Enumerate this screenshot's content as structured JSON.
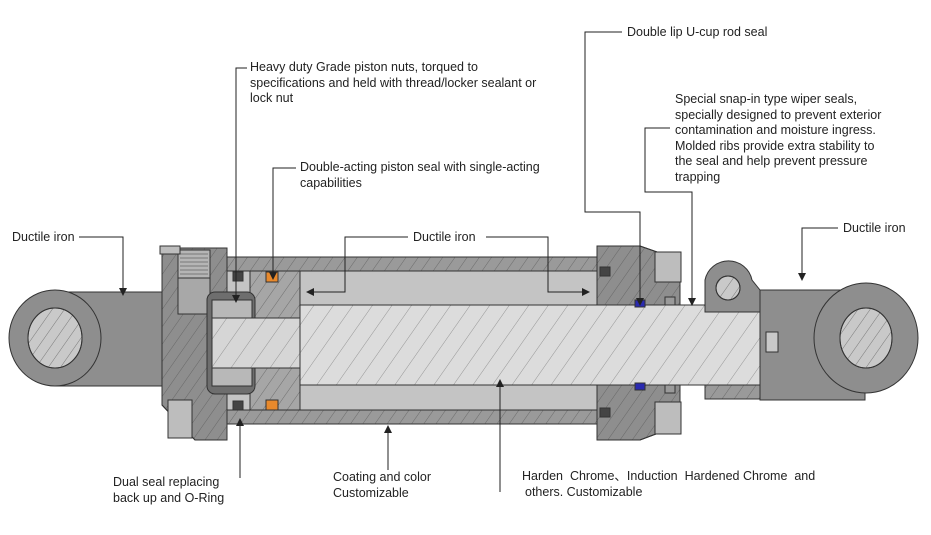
{
  "title": "Hydraulic cylinder cross-section",
  "labels": {
    "piston_nuts": [
      "Heavy duty Grade piston nuts, torqued to",
      "specifications and held with thread/locker sealant or",
      "lock nut"
    ],
    "piston_seal": [
      "Double-acting piston seal with single-acting",
      "capabilities"
    ],
    "rod_seal": "Double lip U-cup rod seal",
    "wiper_seal": [
      "Special snap-in type wiper seals,",
      "specially designed to prevent exterior",
      "contamination and moisture ingress.",
      "Molded ribs provide extra stability to",
      "the seal and help prevent pressure",
      "trapping"
    ],
    "ductile_left": "Ductile iron",
    "ductile_middle": "Ductile iron",
    "ductile_right": "Ductile iron",
    "dual_seal": [
      "Dual seal replacing",
      "back up and O-Ring"
    ],
    "coating": [
      "Coating and color",
      "Customizable"
    ],
    "chrome": [
      "Harden  Chrome、Induction  Hardened Chrome  and",
      "others. Customizable"
    ]
  },
  "colors": {
    "steel": "#8e8e8e",
    "steel_light": "#c9c9c9",
    "rod": "#dcdcdc",
    "piston_seal": "#e8892c",
    "rod_seal": "#2a2ab0"
  }
}
